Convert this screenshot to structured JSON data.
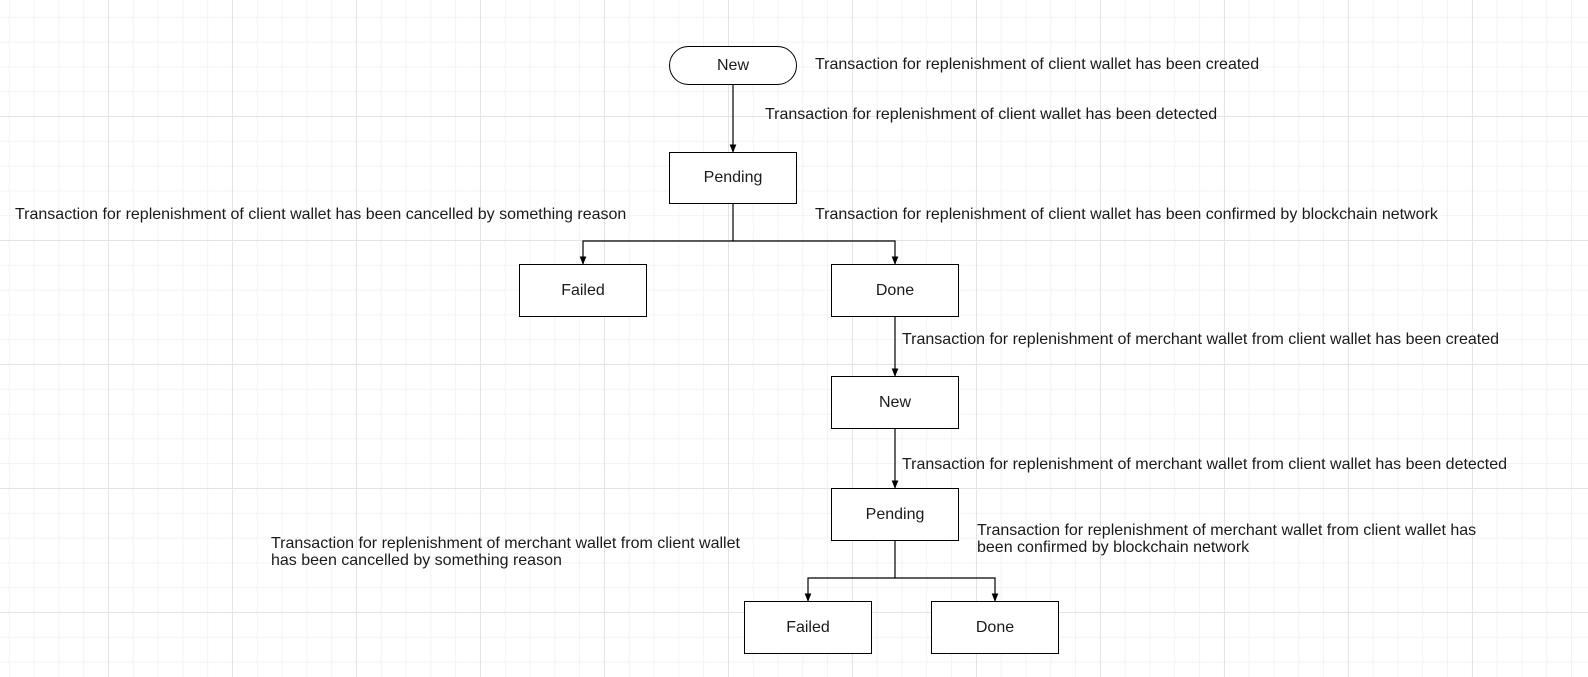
{
  "diagram": {
    "nodes": {
      "new_1": "New",
      "pending_1": "Pending",
      "failed_1": "Failed",
      "done_1": "Done",
      "new_2": "New",
      "pending_2": "Pending",
      "failed_2": "Failed",
      "done_2": "Done"
    },
    "edge_labels": {
      "created_1": "Transaction for replenishment of client wallet has been created",
      "detected_1": "Transaction for replenishment of client wallet has been detected",
      "cancelled_1": "Transaction for replenishment of client wallet has been cancelled by something reason",
      "confirmed_1": "Transaction for replenishment of client wallet has been confirmed by blockchain network",
      "created_2": "Transaction for replenishment of merchant wallet from client wallet has been created",
      "detected_2": "Transaction for replenishment of merchant wallet from client wallet has been detected",
      "cancelled_2": "Transaction for replenishment of merchant wallet from client wallet\nhas been cancelled by something reason",
      "confirmed_2": "Transaction for replenishment of merchant wallet from client wallet has\nbeen confirmed by blockchain network"
    },
    "line_color": "#000000",
    "node_fill": "#ffffff"
  }
}
